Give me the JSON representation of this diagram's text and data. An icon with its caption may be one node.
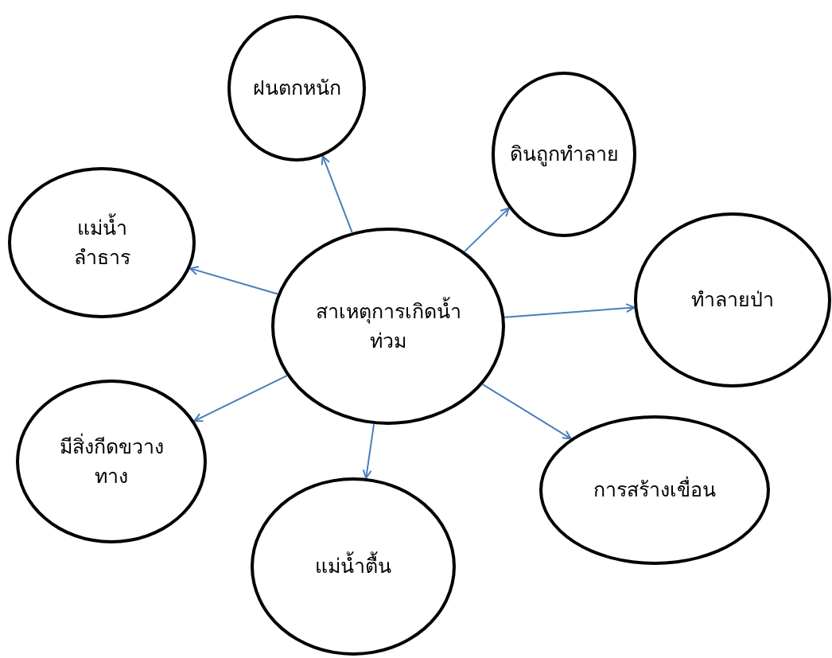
{
  "diagram": {
    "nodes": [
      {
        "text": [
          "ฝนตกหนัก"
        ]
      },
      {
        "text": [
          "ดินถูกทำลาย"
        ]
      },
      {
        "text": [
          "แม่น้ำลำธาร"
        ]
      },
      {
        "text": [
          "สาเหตุการเกิดน้ำท่วม"
        ]
      },
      {
        "text": [
          "ทำลายป่า"
        ]
      },
      {
        "text": [
          "มีสิ่งกีดขวางทาง"
        ]
      },
      {
        "text": [
          "การสร้างเขื่อน"
        ]
      },
      {
        "text": [
          "แม่น้ำตื้น"
        ]
      }
    ],
    "edges": [
      {
        "from": 3,
        "to": 0,
        "arrow": "to"
      },
      {
        "from": 3,
        "to": 1,
        "arrow": "to"
      },
      {
        "from": 3,
        "to": 2,
        "arrow": "to"
      },
      {
        "from": 3,
        "to": 4,
        "arrow": "to"
      },
      {
        "from": 3,
        "to": 5,
        "arrow": "to"
      },
      {
        "from": 3,
        "to": 6,
        "arrow": "to"
      },
      {
        "from": 3,
        "to": 7,
        "arrow": "to"
      }
    ]
  }
}
